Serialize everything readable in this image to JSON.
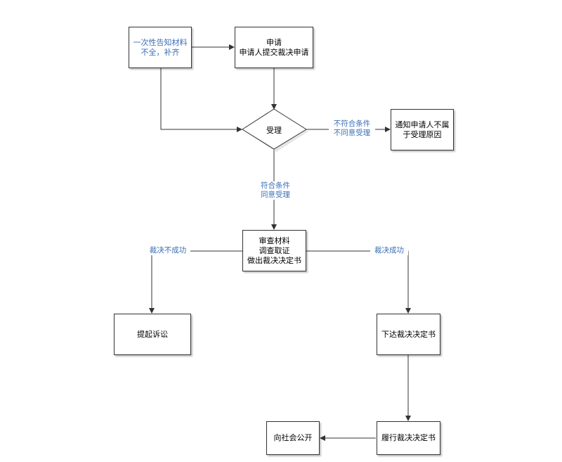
{
  "nodes": {
    "notify_material": "一次性告知材料不全，补齐",
    "apply": "申请\n申请人提交裁决申请",
    "accept": "受理",
    "notify_reject": "通知申请人不属于受理原因",
    "review": "审查材料\n调查取证\n做出裁决决定书",
    "lawsuit": "提起诉讼",
    "issue": "下达裁决决定书",
    "perform": "履行裁决决定书",
    "publish": "向社会公开"
  },
  "edge_labels": {
    "reject": "不符合条件\n不同意受理",
    "accept": "符合条件\n同意受理",
    "fail": "裁决不成功",
    "success": "裁决成功"
  },
  "colors": {
    "line": "#333333",
    "label": "#3b6fb6"
  }
}
